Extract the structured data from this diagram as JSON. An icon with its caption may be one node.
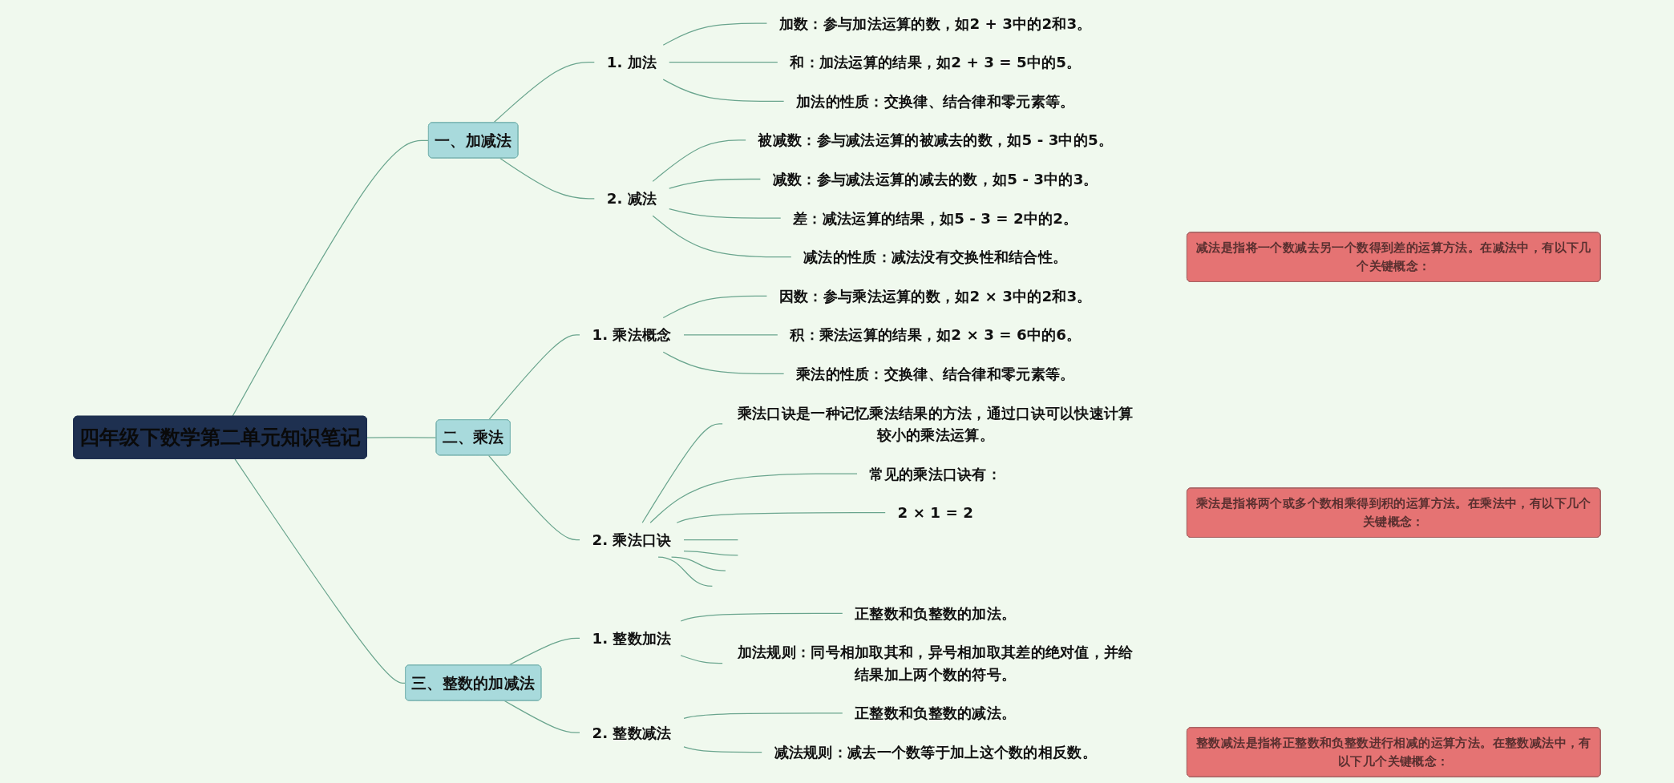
{
  "diagram": {
    "nodes": [
      {
        "text": [
          "四年级下数学第二单元知识笔记"
        ]
      },
      {
        "text": [
          "一、加减法"
        ]
      },
      {
        "text": [
          "1. 加法"
        ]
      },
      {
        "text": [
          "加数：参与加法运算的数，如2 + 3中的2和3。"
        ]
      },
      {
        "text": [
          "和：加法运算的结果，如2 + 3 = 5中的5。"
        ]
      },
      {
        "text": [
          "加法的性质：交换律、结合律和零元素等。"
        ]
      },
      {
        "text": [
          "2. 减法"
        ]
      },
      {
        "text": [
          "被减数：参与减法运算的被减去的数，如5 - 3中的5。"
        ]
      },
      {
        "text": [
          "减数：参与减法运算的减去的数，如5 - 3中的3。"
        ]
      },
      {
        "text": [
          "差：减法运算的结果，如5 - 3 = 2中的2。"
        ]
      },
      {
        "text": [
          "减法的性质：减法没有交换性和结合性。"
        ]
      },
      {
        "text": [
          "减法是指将一个数减去另一个数得到差的运算方法。在减法中，有以下几个关键概念："
        ]
      },
      {
        "text": [
          "二、乘法"
        ]
      },
      {
        "text": [
          "1. 乘法概念"
        ]
      },
      {
        "text": [
          "因数：参与乘法运算的数，如2 × 3中的2和3。"
        ]
      },
      {
        "text": [
          "积：乘法运算的结果，如2 × 3 = 6中的6。"
        ]
      },
      {
        "text": [
          "乘法的性质：交换律、结合律和零元素等。"
        ]
      },
      {
        "text": [
          "2. 乘法口诀"
        ]
      },
      {
        "text": [
          "乘法口诀是一种记忆乘法结果的方法，通过口诀可以快速计算较小的乘法运算。"
        ]
      },
      {
        "text": [
          "常见的乘法口诀有："
        ]
      },
      {
        "text": [
          "2 × 1 = 2"
        ]
      },
      {
        "text": [
          "乘法是指将两个或多个数相乘得到积的运算方法。在乘法中，有以下几个关键概念："
        ]
      },
      {
        "text": [
          "三、整数的加减法"
        ]
      },
      {
        "text": [
          "1. 整数加法"
        ]
      },
      {
        "text": [
          "正整数和负整数的加法。"
        ]
      },
      {
        "text": [
          "加法规则：同号相加取其和，异号相加取其差的绝对值，并给结果加上两个数的符号。"
        ]
      },
      {
        "text": [
          "2. 整数减法"
        ]
      },
      {
        "text": [
          "正整数和负整数的减法。"
        ]
      },
      {
        "text": [
          "减法规则：减去一个数等于加上这个数的相反数。"
        ]
      },
      {
        "text": [
          "整数减法是指将正整数和负整数进行相减的运算方法。在整数减法中，有以下几个关键概念："
        ]
      }
    ],
    "edges": [
      {
        "from": 0,
        "to": 1,
        "arrow": "none"
      },
      {
        "from": 1,
        "to": 2,
        "arrow": "none"
      },
      {
        "from": 2,
        "to": 3,
        "arrow": "none"
      },
      {
        "from": 2,
        "to": 4,
        "arrow": "none"
      },
      {
        "from": 2,
        "to": 5,
        "arrow": "none"
      },
      {
        "from": 1,
        "to": 6,
        "arrow": "none"
      },
      {
        "from": 6,
        "to": 7,
        "arrow": "none"
      },
      {
        "from": 6,
        "to": 8,
        "arrow": "none"
      },
      {
        "from": 6,
        "to": 9,
        "arrow": "none"
      },
      {
        "from": 6,
        "to": 10,
        "arrow": "none"
      },
      {
        "from": 0,
        "to": 12,
        "arrow": "none"
      },
      {
        "from": 12,
        "to": 13,
        "arrow": "none"
      },
      {
        "from": 13,
        "to": 14,
        "arrow": "none"
      },
      {
        "from": 13,
        "to": 15,
        "arrow": "none"
      },
      {
        "from": 13,
        "to": 16,
        "arrow": "none"
      },
      {
        "from": 12,
        "to": 17,
        "arrow": "none"
      },
      {
        "from": 17,
        "to": 18,
        "arrow": "none"
      },
      {
        "from": 17,
        "to": 19,
        "arrow": "none"
      },
      {
        "from": 17,
        "to": 20,
        "arrow": "none"
      },
      {
        "from": 17,
        "to": null,
        "arrow": "none"
      },
      {
        "from": 17,
        "to": null,
        "arrow": "none"
      },
      {
        "from": 17,
        "to": null,
        "arrow": "none"
      },
      {
        "from": 17,
        "to": null,
        "arrow": "none"
      },
      {
        "from": 0,
        "to": 22,
        "arrow": "none"
      },
      {
        "from": 22,
        "to": 23,
        "arrow": "none"
      },
      {
        "from": 23,
        "to": 24,
        "arrow": "none"
      },
      {
        "from": 23,
        "to": 25,
        "arrow": "none"
      },
      {
        "from": 22,
        "to": 26,
        "arrow": "none"
      },
      {
        "from": 26,
        "to": 27,
        "arrow": "none"
      },
      {
        "from": 26,
        "to": 28,
        "arrow": "none"
      }
    ]
  }
}
